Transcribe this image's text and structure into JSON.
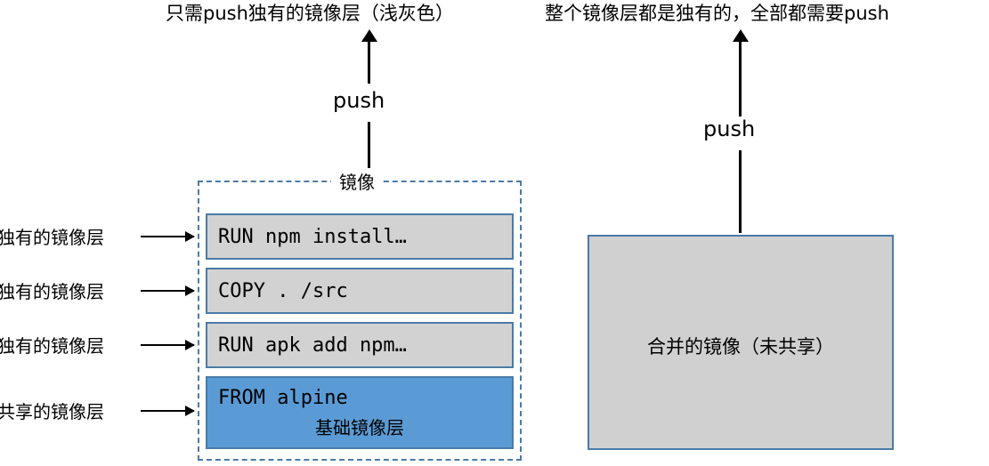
{
  "captions": {
    "left": "只需push独有的镜像层（浅灰色）",
    "right": "整个镜像层都是独有的，全部都需要push"
  },
  "arrows": {
    "left_push_label": "push",
    "right_push_label": "push"
  },
  "image_container": {
    "label": "镜像",
    "layers": [
      {
        "code": "RUN npm install…",
        "kind": "unique"
      },
      {
        "code": "COPY . /src",
        "kind": "unique"
      },
      {
        "code": "RUN apk add npm…",
        "kind": "unique"
      },
      {
        "code": "FROM alpine",
        "kind": "base",
        "note": "基础镜像层"
      }
    ]
  },
  "side_labels": [
    {
      "text": "独有的镜像层"
    },
    {
      "text": "独有的镜像层"
    },
    {
      "text": "独有的镜像层"
    },
    {
      "text": "共享的镜像层"
    }
  ],
  "merged_image": {
    "label": "合并的镜像（未共享）"
  },
  "colors": {
    "base_layer_fill": "#5b9bd5",
    "unique_layer_fill": "#d2d2d2",
    "merged_fill": "#d0d0d0",
    "border": "#4a7ba6",
    "text": "#000000",
    "background": "#ffffff"
  }
}
